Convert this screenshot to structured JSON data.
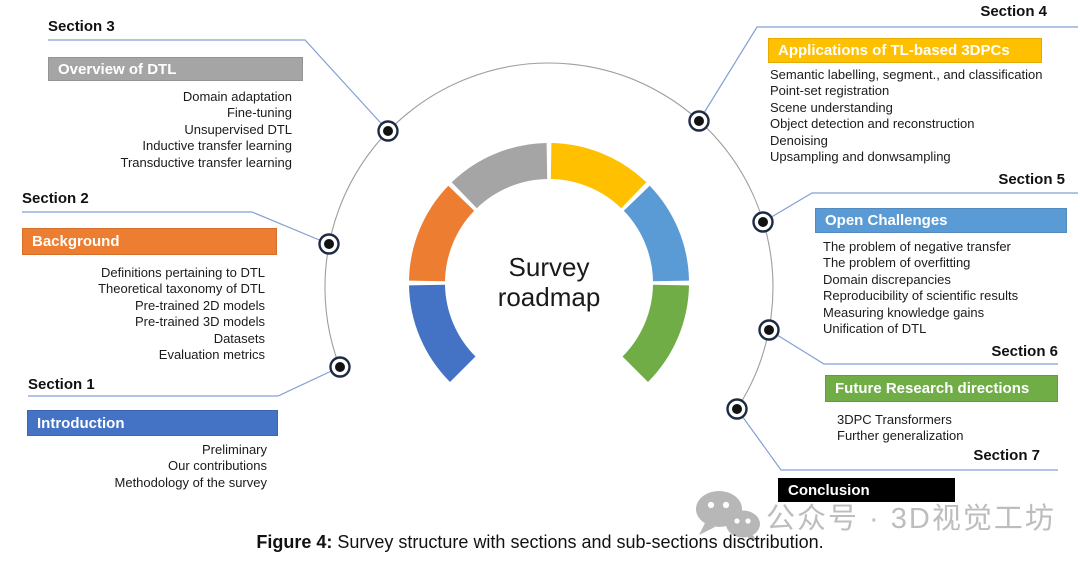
{
  "figure": {
    "center_label_line1": "Survey",
    "center_label_line2": "roadmap",
    "caption": {
      "prefix": "Figure 4:",
      "rest": " Survey structure with sections and sub-sections disctribution."
    }
  },
  "watermark": {
    "icon": "wechat-icon",
    "text": "公众号 · 3D视觉工坊",
    "color": "#bdbdbd"
  },
  "sections": [
    {
      "label": "Section 1",
      "title": "Introduction",
      "color": "#4472C4",
      "items": [
        "Preliminary",
        "Our contributions",
        "Methodology of the survey"
      ]
    },
    {
      "label": "Section 2",
      "title": "Background",
      "color": "#ED7D31",
      "items": [
        "Definitions pertaining to DTL",
        "Theoretical taxonomy of DTL",
        "Pre-trained 2D models",
        "Pre-trained 3D models",
        "Datasets",
        "Evaluation metrics"
      ]
    },
    {
      "label": "Section 3",
      "title": "Overview of DTL",
      "color": "#A5A5A5",
      "items": [
        "Domain adaptation",
        "Fine-tuning",
        "Unsupervised DTL",
        "Inductive transfer learning",
        "Transductive transfer learning"
      ]
    },
    {
      "label": "Section 4",
      "title": "Applications of TL-based 3DPCs",
      "color": "#FFC000",
      "items": [
        "Semantic labelling, segment., and classification",
        "Point-set registration",
        "Scene understanding",
        "Object detection and reconstruction",
        "Denoising",
        "Upsampling and donwsampling"
      ]
    },
    {
      "label": "Section 5",
      "title": "Open Challenges",
      "color": "#5B9BD5",
      "items": [
        "The problem of negative transfer",
        "The problem of overfitting",
        "Domain discrepancies",
        "Reproducibility of scientific results",
        "Measuring knowledge gains",
        "Unification of DTL"
      ]
    },
    {
      "label": "Section 6",
      "title": "Future Research directions",
      "color": "#70AD47",
      "items": [
        "3DPC Transformers",
        "Further generalization"
      ]
    },
    {
      "label": "Section 7",
      "title": "Conclusion",
      "color": "#000000",
      "items": []
    }
  ],
  "chart_data": {
    "type": "gauge",
    "title": "Survey roadmap",
    "legend_position": "none",
    "grid": false,
    "segments": [
      {
        "name": "Section 1 — Introduction",
        "color": "#4472C4",
        "sweep_deg": 45
      },
      {
        "name": "Section 2 — Background",
        "color": "#ED7D31",
        "sweep_deg": 45
      },
      {
        "name": "Section 3 — Overview of DTL",
        "color": "#A5A5A5",
        "sweep_deg": 45
      },
      {
        "name": "Section 4 — Applications of TL-based 3DPCs",
        "color": "#FFC000",
        "sweep_deg": 45
      },
      {
        "name": "Section 5 — Open Challenges",
        "color": "#5B9BD5",
        "sweep_deg": 45
      },
      {
        "name": "Section 6 — Future Research directions",
        "color": "#70AD47",
        "sweep_deg": 45
      }
    ],
    "start_angle_deg": -135,
    "end_angle_deg": 135
  }
}
